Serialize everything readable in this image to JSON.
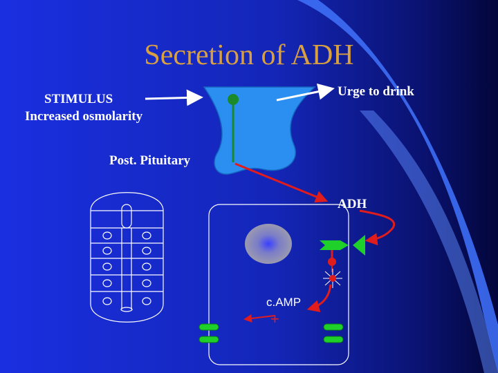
{
  "slide": {
    "title": "Secretion of ADH",
    "stimulus": "STIMULUS",
    "stimulus_detail": "Increased osmolarity",
    "urge": "Urge to drink",
    "post_pituitary": "Post. Pituitary",
    "adh": "ADH",
    "camp": "c.AMP",
    "plus": "+"
  },
  "colors": {
    "background_left": "#1a2fe0",
    "background_right": "#050a4a",
    "swoosh": "#3d6ef5",
    "title": "#d8a040",
    "hypothalamus": "#2a8ff0",
    "neuron": "#1a8a2a",
    "arrow_red": "#e01c1c",
    "receptor_green": "#1fd02a",
    "nucleus": "#9a9ab0"
  }
}
